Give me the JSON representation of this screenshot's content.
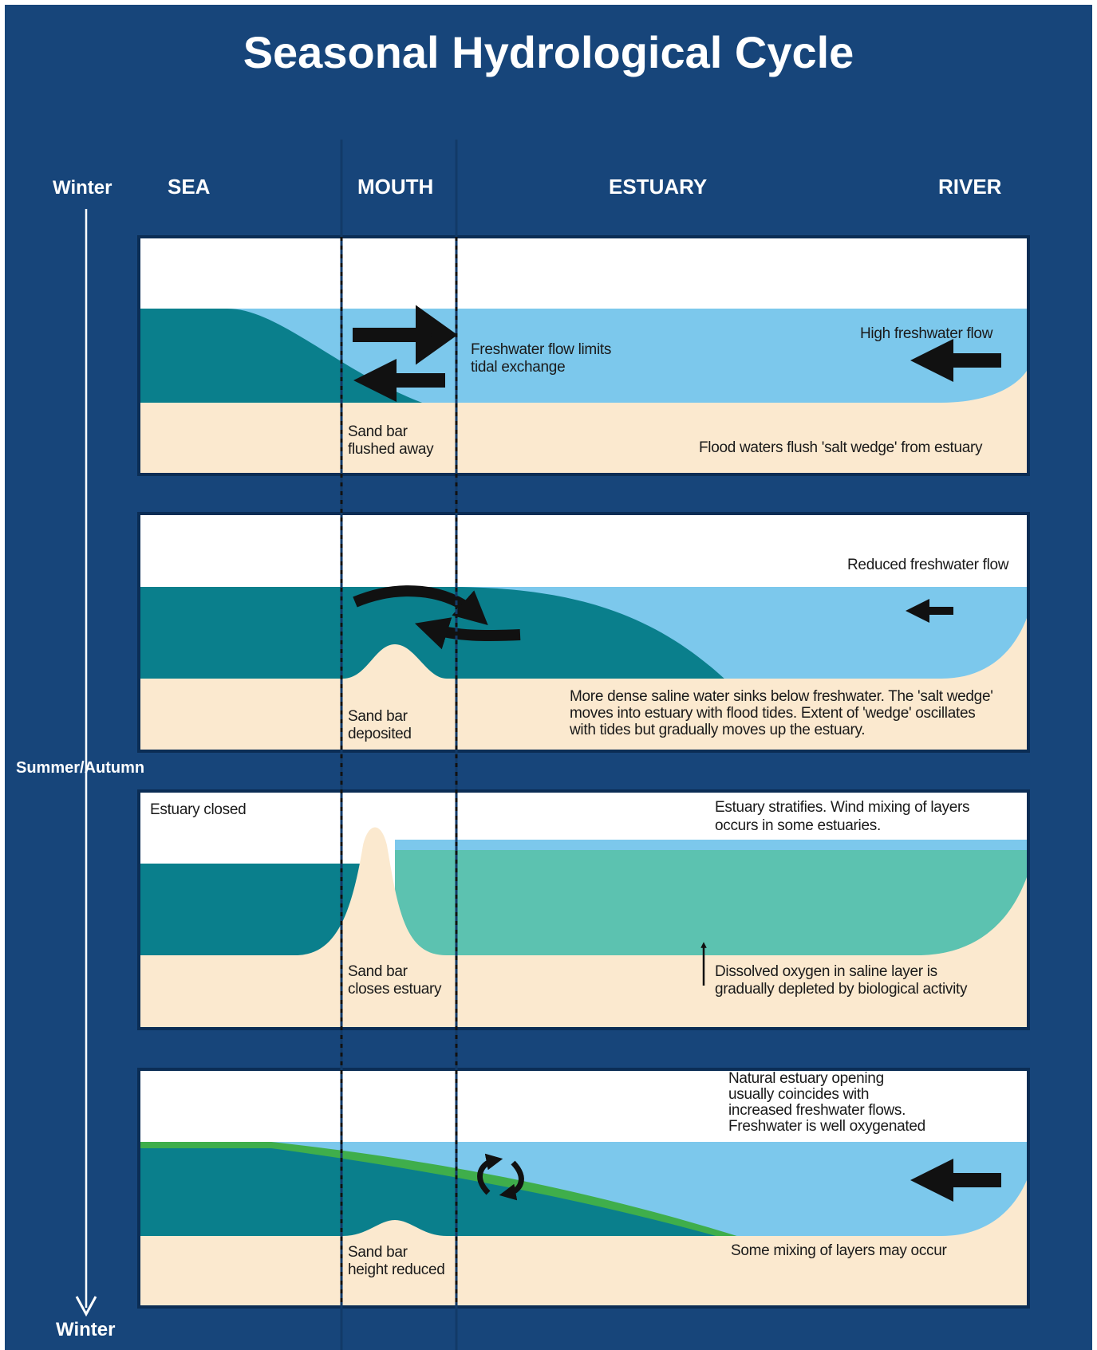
{
  "title": "Seasonal Hydrological Cycle",
  "zones": {
    "sea": "SEA",
    "mouth": "MOUTH",
    "estuary": "ESTUARY",
    "river": "RIVER"
  },
  "timeline": {
    "start": "Winter",
    "middle": "Summer/Autumn",
    "end": "Winter"
  },
  "panels": [
    {
      "freshwater_label": "High freshwater flow",
      "exchange_label": "Freshwater flow limits\ntidal exchange",
      "sandbar_label": "Sand bar\nflushed away",
      "bottom_label": "Flood waters flush 'salt wedge' from estuary"
    },
    {
      "freshwater_label": "Reduced freshwater flow",
      "sandbar_label": "Sand bar\ndeposited",
      "bottom_label": "More dense saline water sinks below freshwater. The 'salt wedge'\nmoves into estuary with flood tides. Extent of 'wedge' oscillates\nwith tides but gradually moves up the estuary."
    },
    {
      "closed_label": "Estuary closed",
      "stratify_label": "Estuary stratifies. Wind mixing of layers\noccurs in some estuaries.",
      "sandbar_label": "Sand bar\ncloses estuary",
      "oxygen_label": "Dissolved oxygen in saline layer is\ngradually depleted by biological activity"
    },
    {
      "opening_label": "Natural estuary opening\nusually coincides with\nincreased freshwater flows.\nFreshwater is well oxygenated",
      "sandbar_label": "Sand bar\nheight reduced",
      "mixing_label": "Some mixing of layers may occur"
    }
  ],
  "colors": {
    "background": "#17457a",
    "sky": "#ffffff",
    "freshwater": "#7cc8ec",
    "saltwater": "#0a7f8c",
    "stratified_saline": "#5cc2b0",
    "sand": "#fbe9cf",
    "mixing_layer": "#3fae4b",
    "arrow": "#111111"
  }
}
